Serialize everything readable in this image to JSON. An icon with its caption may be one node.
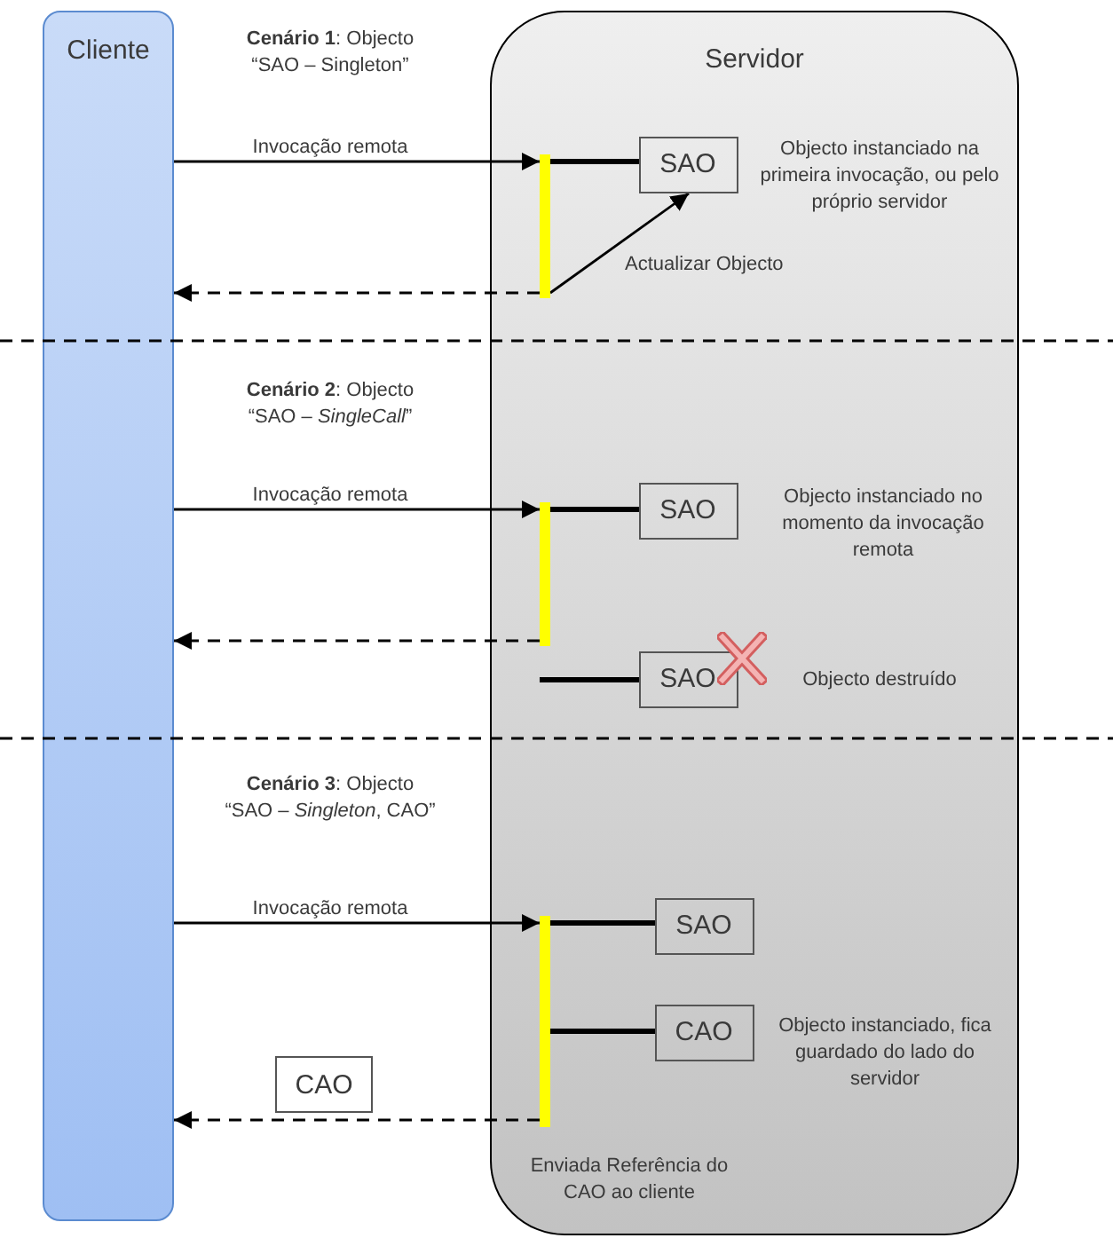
{
  "diagram": {
    "nodes": [
      {
        "text": [
          "Cliente"
        ]
      },
      {
        "text": [
          "Servidor"
        ]
      },
      {
        "text": [
          "SAO"
        ],
        "in": 1,
        "beside": [
          "Objecto instanciado na primeira invocação, ou pelo próprio servidor"
        ]
      },
      {
        "text": [],
        "shape": "bar",
        "in": 1
      },
      {
        "text": [
          "SAO"
        ],
        "in": 1,
        "beside": [
          "Objecto instanciado no momento da invocação remota"
        ]
      },
      {
        "text": [],
        "shape": "bar",
        "in": 1
      },
      {
        "text": [
          "SAO"
        ],
        "in": 1,
        "beside": [
          "Objecto destruído"
        ]
      },
      {
        "text": [
          "SAO"
        ],
        "in": 1
      },
      {
        "text": [
          "CAO"
        ],
        "in": 1,
        "beside": [
          "Objecto instanciado, fica guardado do lado do servidor"
        ]
      },
      {
        "text": [],
        "shape": "bar",
        "in": 1,
        "beside": [
          "Enviada Referência do CAO ao cliente"
        ]
      },
      {
        "text": [
          "CAO"
        ]
      }
    ],
    "edges": [
      {
        "from": 0,
        "to": 3,
        "arrow": "to",
        "label": "Invocação remota"
      },
      {
        "from": 3,
        "to": 2,
        "arrow": "none",
        "style": "thick"
      },
      {
        "from": 3,
        "to": 2,
        "arrow": "to",
        "label": "Actualizar Objecto"
      },
      {
        "from": 3,
        "to": 0,
        "arrow": "to",
        "style": "dashed"
      },
      {
        "from": 0,
        "to": 5,
        "arrow": "to",
        "label": "Invocação remota"
      },
      {
        "from": 5,
        "to": 4,
        "arrow": "none",
        "style": "thick"
      },
      {
        "from": 5,
        "to": 0,
        "arrow": "to",
        "style": "dashed"
      },
      {
        "from": null,
        "to": 6,
        "arrow": "none",
        "style": "thick"
      },
      {
        "from": 0,
        "to": 9,
        "arrow": "to",
        "label": "Invocação remota"
      },
      {
        "from": 9,
        "to": 7,
        "arrow": "none",
        "style": "thick"
      },
      {
        "from": 9,
        "to": 8,
        "arrow": "none",
        "style": "thick"
      },
      {
        "from": 9,
        "to": 0,
        "arrow": "to",
        "style": "dashed"
      }
    ],
    "labels": [
      "**Cenário 1**: Objecto “SAO – Singleton”",
      "**Cenário 2**: Objecto “SAO – *SingleCall*”",
      "**Cenário 3**: Objecto “SAO – *Singleton*, CAO”"
    ]
  }
}
